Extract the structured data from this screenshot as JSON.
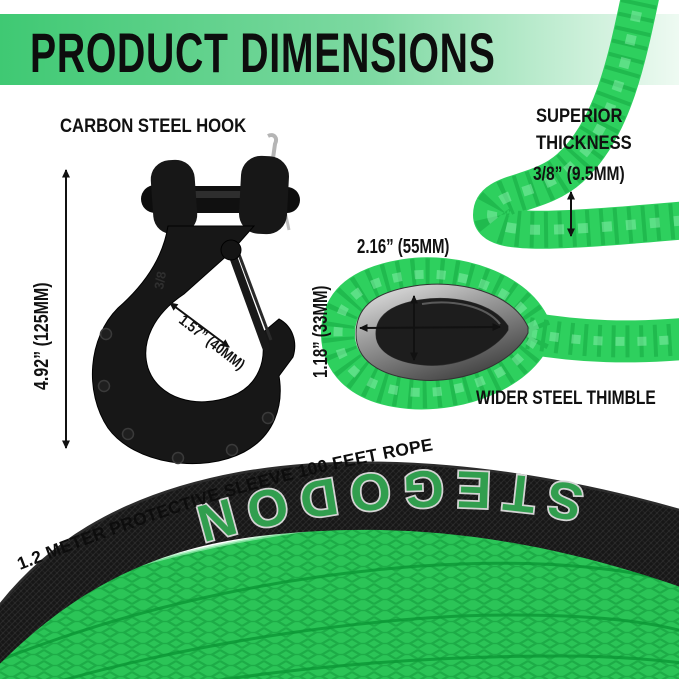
{
  "header": {
    "title": "PRODUCT DIMENSIONS"
  },
  "hook_section": {
    "label": "CARBON STEEL HOOK",
    "height": "4.92” (125MM)",
    "opening": "1.57” (40MM)",
    "marking": "3/8"
  },
  "thickness_section": {
    "line1": "SUPERIOR",
    "line2": "THICKNESS",
    "value": "3/8” (9.5MM)"
  },
  "thimble_section": {
    "width": "2.16” (55MM)",
    "height": "1.18” (33MM)",
    "label": "WIDER STEEL THIMBLE"
  },
  "rope_section": {
    "sleeve_note": "1.2 METER PROTECTIVE SLEEVE 100 FEET ROPE",
    "brand": "STEGODON"
  },
  "colors": {
    "banner_green": "#3fc973",
    "rope_green": "#2ed05e",
    "rope_shadow": "#0fa03c",
    "brand_green": "#319e4e",
    "sleeve_black": "#171717",
    "steel_gray": "#9c9c9c",
    "text_black": "#111111"
  }
}
